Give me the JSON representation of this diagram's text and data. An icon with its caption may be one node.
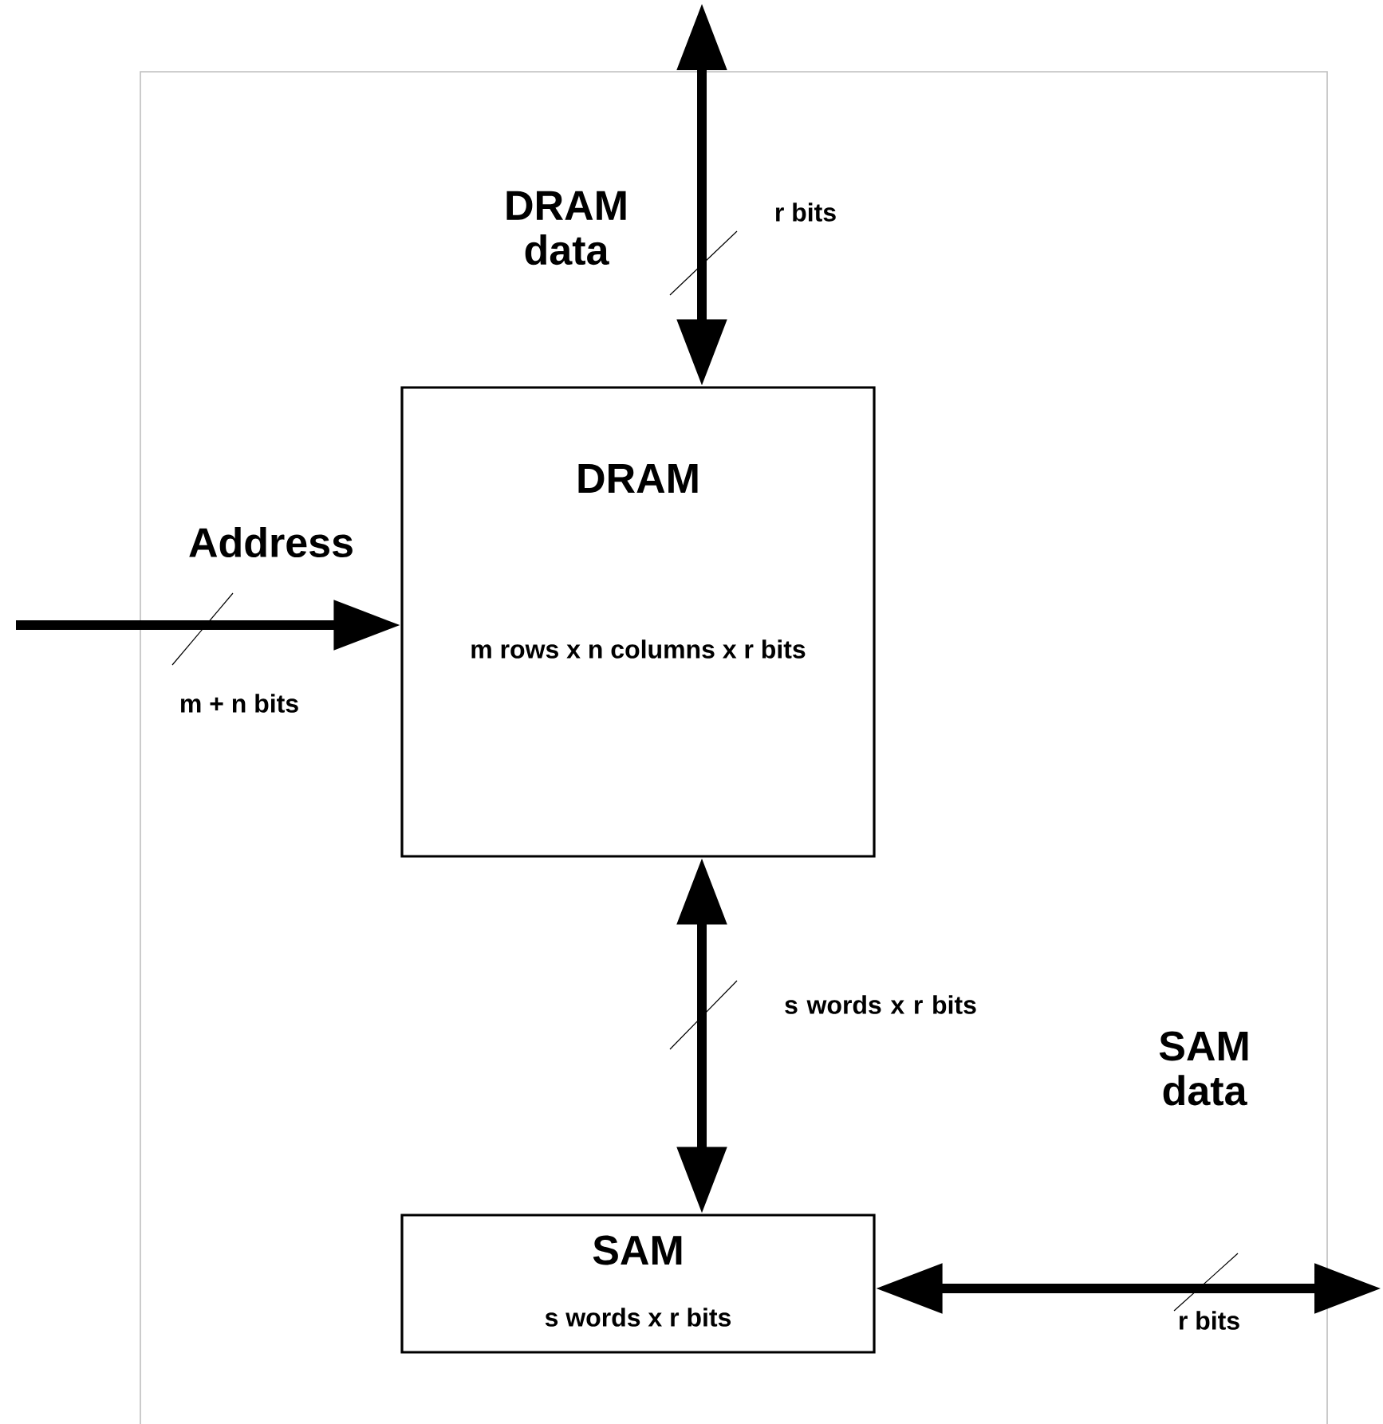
{
  "diagram": {
    "nodes": [
      {
        "text": [],
        "shape": "box"
      },
      {
        "text": [
          "DRAM",
          "m rows x n columns x r bits"
        ],
        "in": 0
      },
      {
        "text": [
          "SAM",
          "s words x r bits"
        ],
        "in": 0
      }
    ],
    "edges": [
      {
        "from": null,
        "to": 1,
        "arrow": "both",
        "label": "DRAM data"
      },
      {
        "from": null,
        "to": 1,
        "arrow": "to",
        "label": "Address"
      },
      {
        "from": 1,
        "to": 2,
        "arrow": "both",
        "label": "s words x r bits"
      },
      {
        "from": 2,
        "to": null,
        "arrow": "both",
        "label": "SAM data"
      }
    ],
    "labels": [
      "r bits",
      "m + n bits",
      "r bits"
    ]
  }
}
